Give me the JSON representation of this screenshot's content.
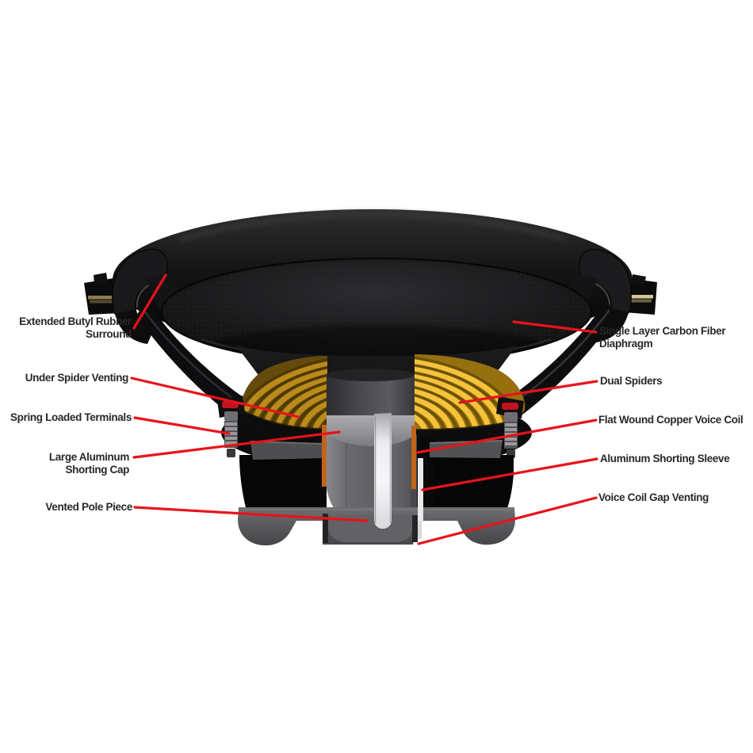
{
  "colors": {
    "background": "#ffffff",
    "leader_line": "#e8131a",
    "label_text": "#2b2728",
    "spider_gold": "#e3aa22",
    "voice_coil_copper": "#c2641d",
    "diaphragm_black": "#141414",
    "motor_gray": "#6a6a6d"
  },
  "labels": {
    "left": [
      {
        "id": "extended-butyl-rubber-surround",
        "lines": [
          "Extended Butyl Rubber",
          "Surround"
        ]
      },
      {
        "id": "under-spider-venting",
        "lines": [
          "Under Spider Venting"
        ]
      },
      {
        "id": "spring-loaded-terminals",
        "lines": [
          "Spring Loaded Terminals"
        ]
      },
      {
        "id": "large-aluminum-shorting-cap",
        "lines": [
          "Large Aluminum",
          "Shorting Cap"
        ]
      },
      {
        "id": "vented-pole-piece",
        "lines": [
          "Vented Pole Piece"
        ]
      }
    ],
    "right": [
      {
        "id": "single-layer-carbon-fiber-diaphragm",
        "lines": [
          "Single Layer Carbon Fiber",
          "Diaphragm"
        ]
      },
      {
        "id": "dual-spiders",
        "lines": [
          "Dual Spiders"
        ]
      },
      {
        "id": "flat-wound-copper-voice-coil",
        "lines": [
          "Flat Wound Copper Voice Coil"
        ]
      },
      {
        "id": "aluminum-shorting-sleeve",
        "lines": [
          "Aluminum Shorting Sleeve"
        ]
      },
      {
        "id": "voice-coil-gap-venting",
        "lines": [
          "Voice Coil Gap Venting"
        ]
      }
    ]
  }
}
